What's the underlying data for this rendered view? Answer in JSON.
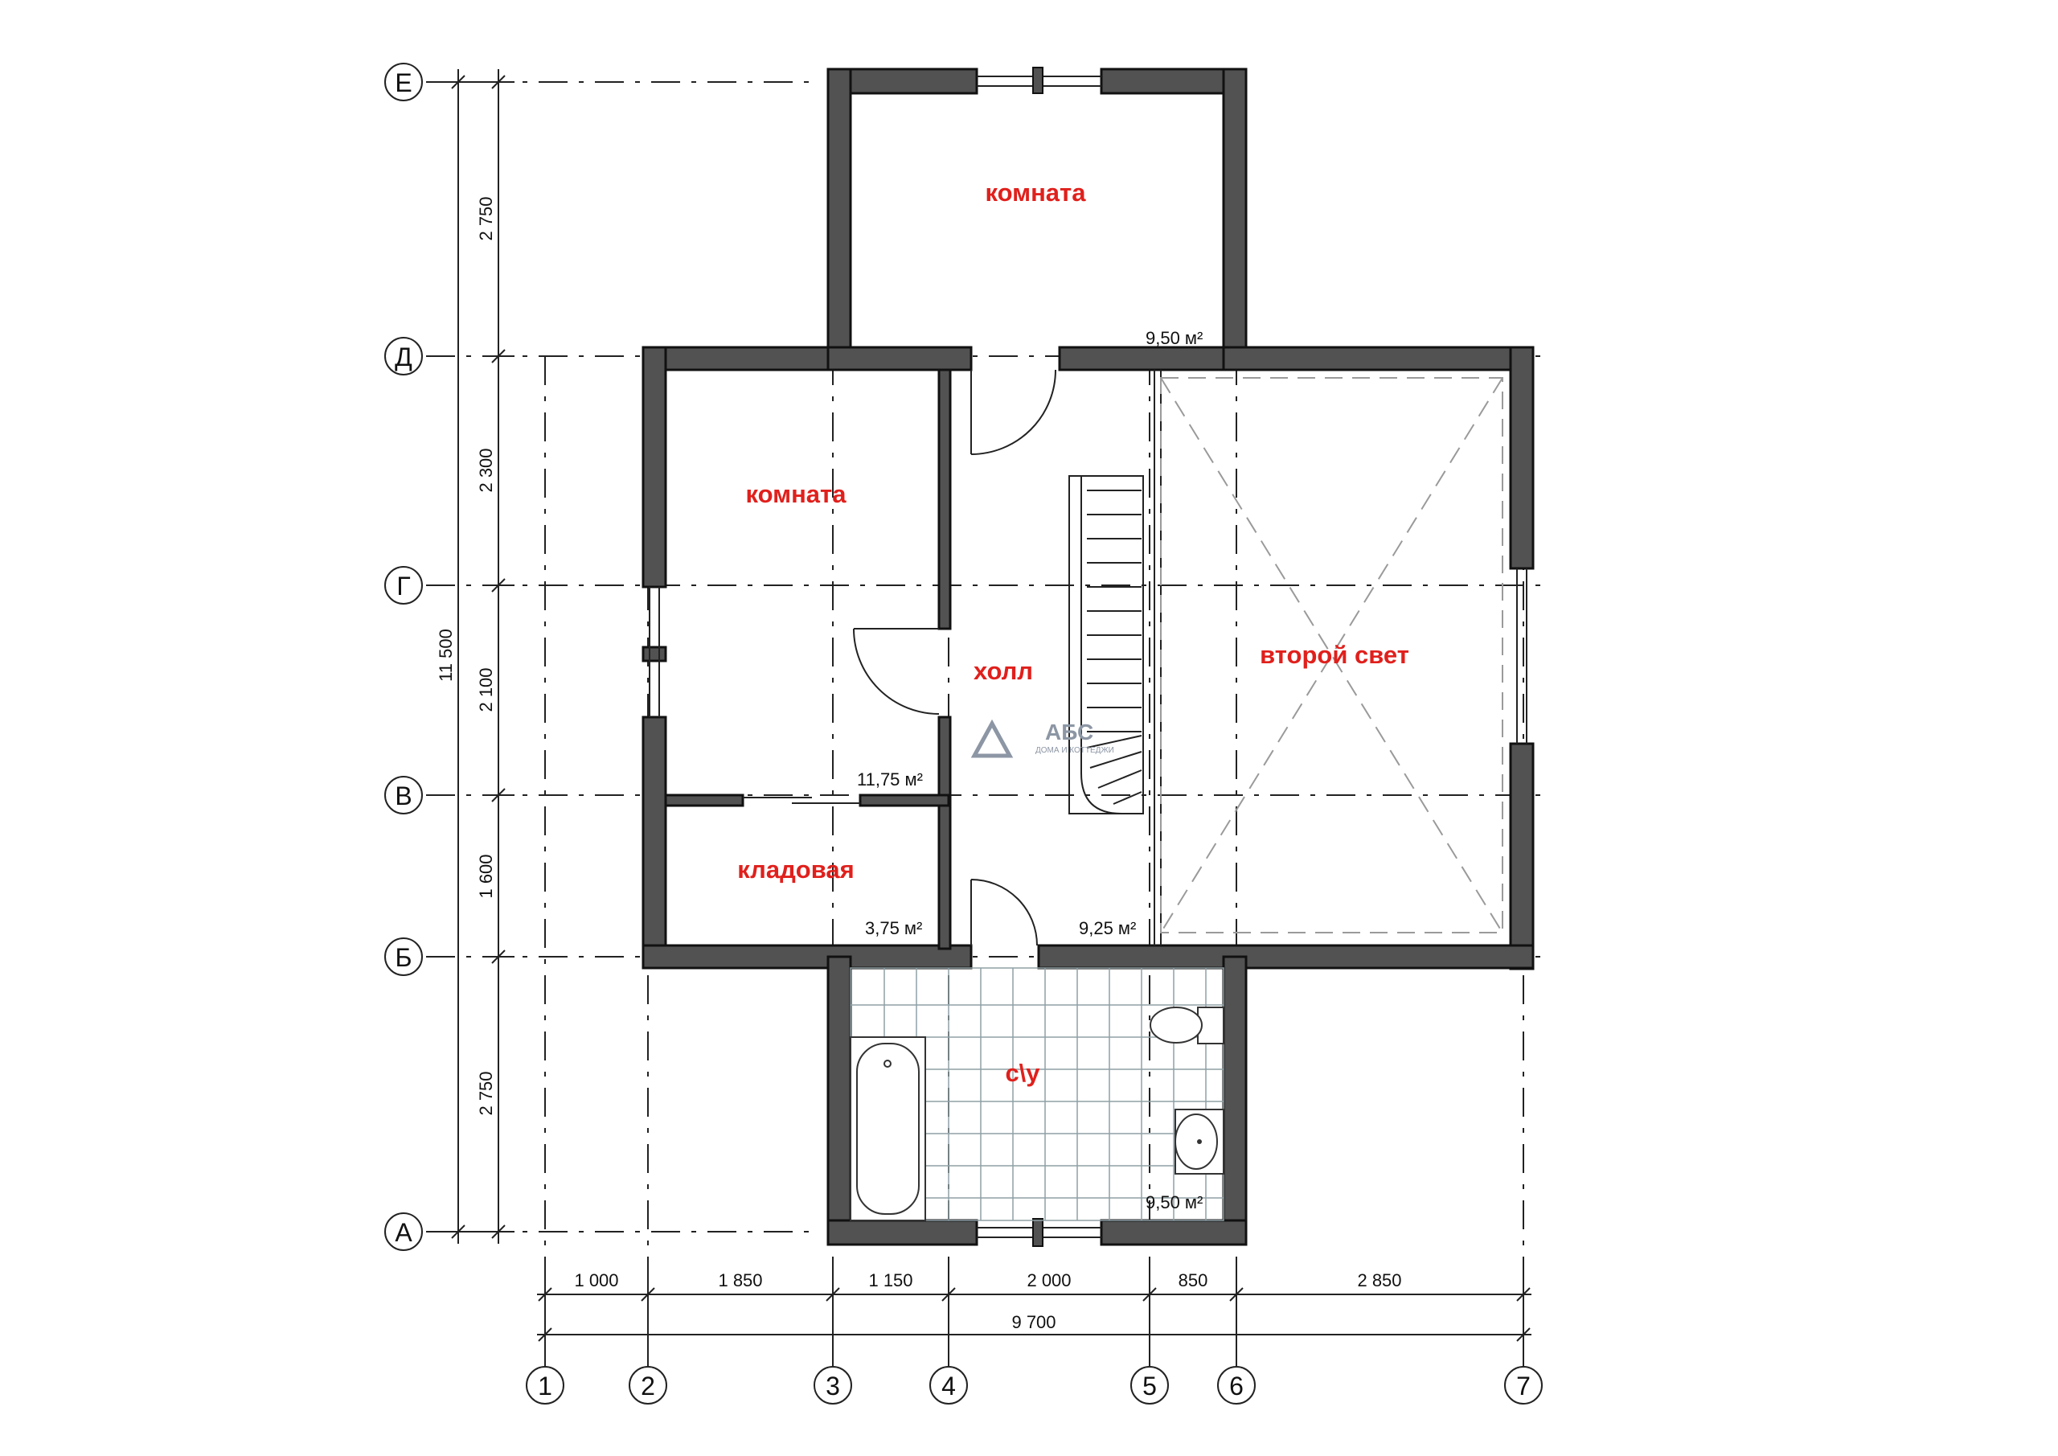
{
  "rooms": {
    "room_top": {
      "name": "комната",
      "area": "9,50 м²"
    },
    "room_left": {
      "name": "комната",
      "area": "11,75 м²"
    },
    "storage": {
      "name": "кладовая",
      "area": "3,75 м²"
    },
    "hall": {
      "name": "холл",
      "area": "9,25 м²"
    },
    "second_light": {
      "name": "второй свет"
    },
    "bathroom": {
      "name": "с\\у",
      "area": "9,50 м²"
    }
  },
  "axes": {
    "rows": [
      "Е",
      "Д",
      "Г",
      "В",
      "Б",
      "А"
    ],
    "columns": [
      "1",
      "2",
      "3",
      "4",
      "5",
      "6",
      "7"
    ]
  },
  "dimensions": {
    "vertical_segments": [
      "2 750",
      "2 300",
      "2 100",
      "1 600",
      "2 750"
    ],
    "vertical_total": "11 500",
    "horizontal_segments": [
      "1 000",
      "1 850",
      "1 150",
      "2 000",
      "850",
      "2 850"
    ],
    "horizontal_total": "9 700"
  },
  "logo": {
    "mark": "АБС",
    "tagline": "ДОМА И КОТТЕДЖИ"
  },
  "colors": {
    "label": "#e0201c",
    "wall": "#525252"
  }
}
